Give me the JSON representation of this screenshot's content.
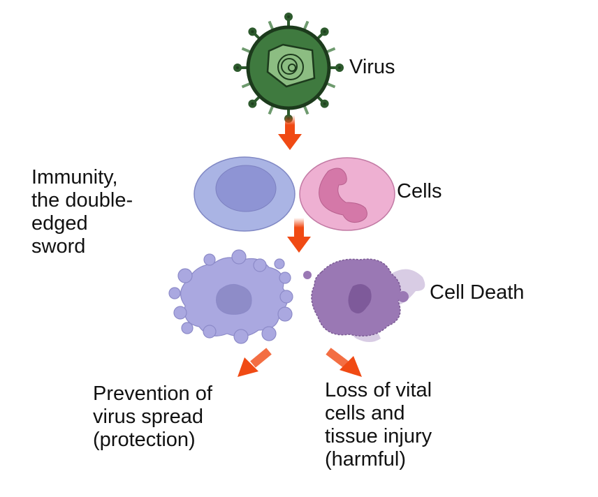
{
  "labels": {
    "virus": "Virus",
    "immunity": "Immunity,\nthe double-\nedged\nsword",
    "cells": "Cells",
    "cell_death": "Cell Death",
    "protection": "Prevention of\nvirus spread\n(protection)",
    "harmful": "Loss of vital\ncells and\ntissue injury\n(harmful)"
  },
  "colors": {
    "arrow": "#f04a14",
    "virus": "#3f7a3f",
    "lymphocyte": "#aab4e4",
    "neutrophil": "#eaa6cc",
    "apoptotic": "#aaa8e0",
    "necrotic": "#9a78b4"
  }
}
